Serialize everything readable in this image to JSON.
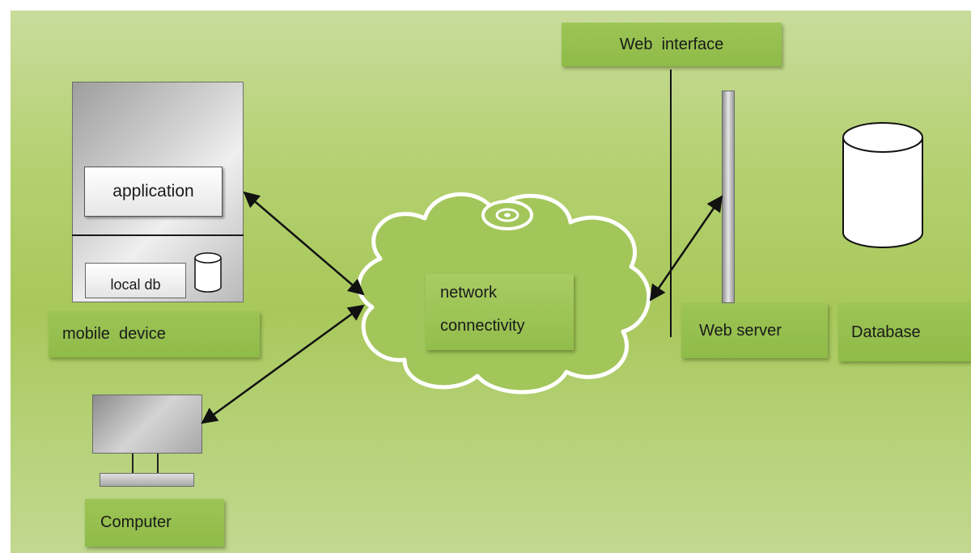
{
  "nodes": {
    "web_interface": "Web  interface",
    "application": "application",
    "local_db": "local db",
    "mobile_device": "mobile  device",
    "network_line1": "network",
    "network_line2": "connectivity",
    "web_server": "Web server",
    "database": "Database",
    "computer": "Computer"
  },
  "colors": {
    "background": "#b3d06f",
    "label_box": "#92bd4c",
    "cloud_stroke": "#ffffff",
    "arrow": "#111111"
  }
}
